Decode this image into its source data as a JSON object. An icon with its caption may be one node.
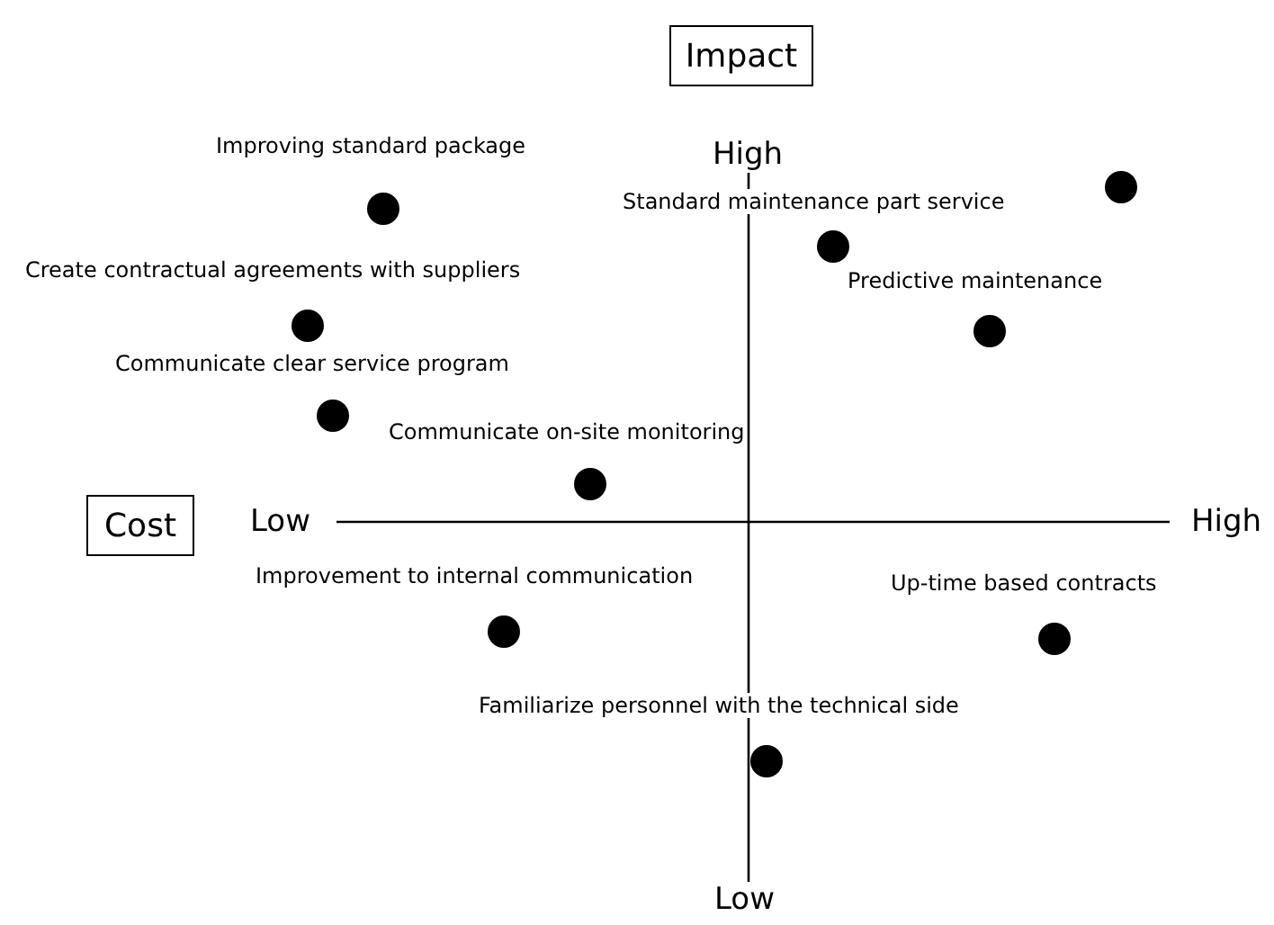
{
  "diagram": {
    "nodes": [
      {
        "text": [
          "Impact"
        ]
      },
      {
        "text": [
          "Cost"
        ]
      }
    ],
    "edges": [],
    "labels": [
      "High",
      "Improving standard package",
      "Standard maintenance part service",
      "Create contractual agreements with suppliers",
      "Predictive maintenance",
      "Communicate clear service program",
      "Communicate on-site monitoring",
      "Low",
      "High",
      "Improvement to internal communication",
      "Up-time based contracts",
      "Familiarize personnel with the technical side",
      "Low"
    ]
  }
}
